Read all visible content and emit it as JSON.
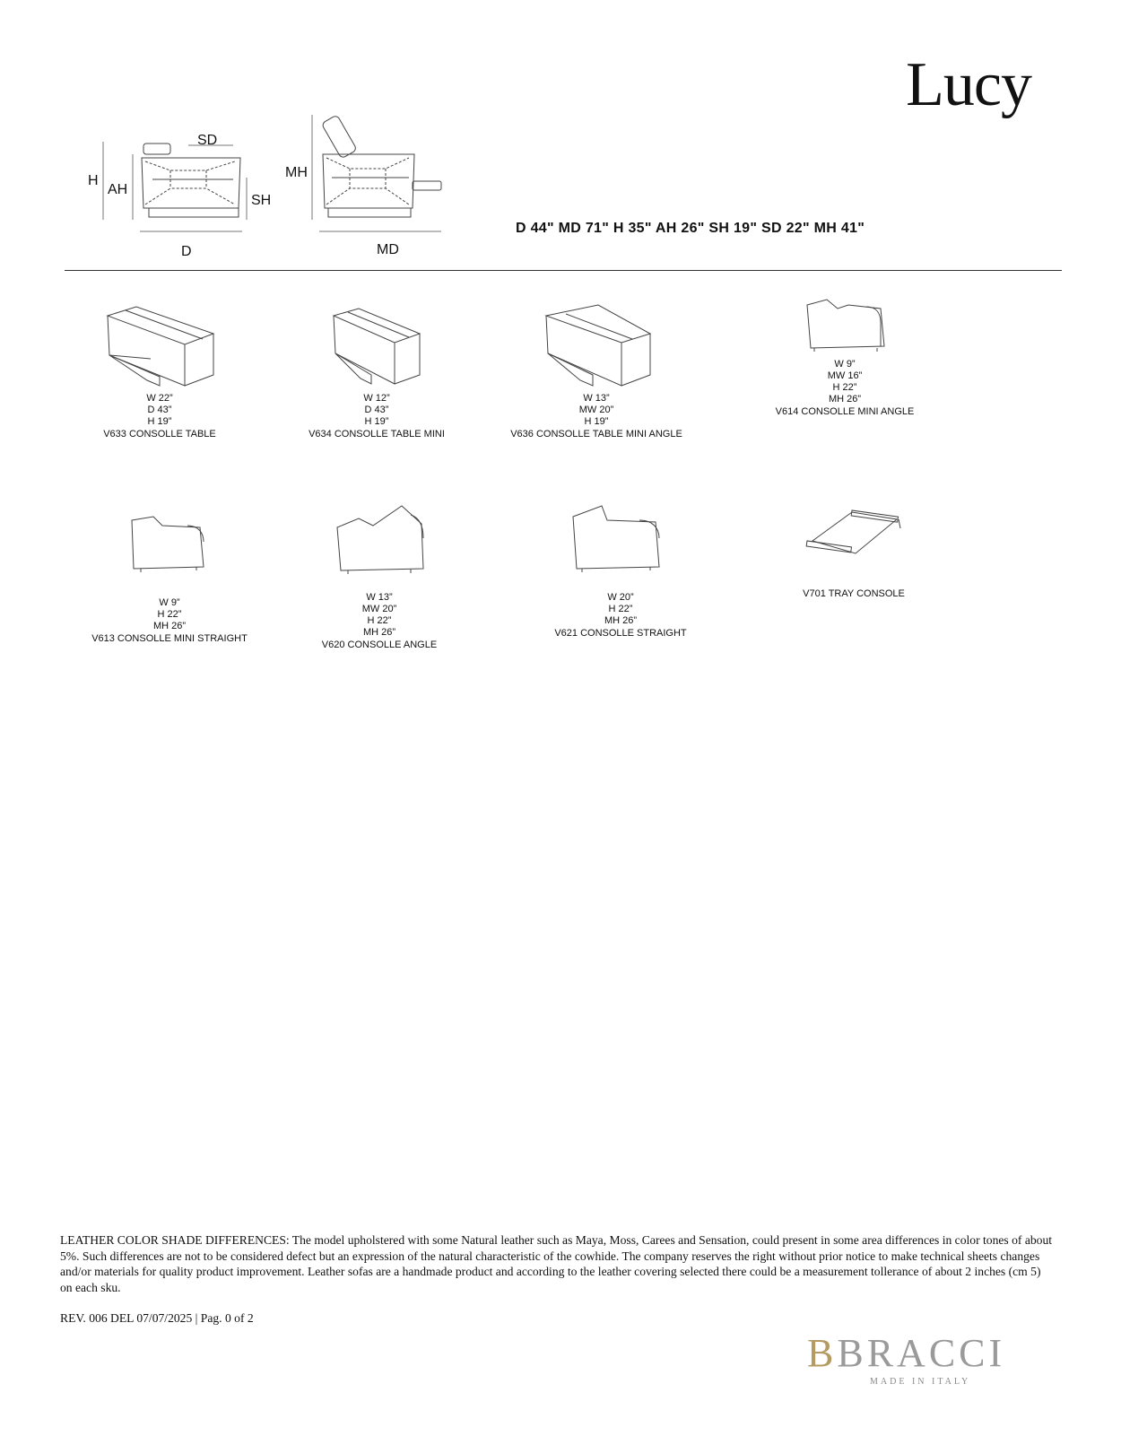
{
  "header": {
    "title": "Lucy"
  },
  "diagram": {
    "labels": {
      "h": "H",
      "ah": "AH",
      "sd": "SD",
      "sh": "SH",
      "d": "D",
      "mh": "MH",
      "md": "MD"
    },
    "summary": "D 44\" MD 71\" H 35\" AH 26\" SH 19\" SD 22\" MH 41\""
  },
  "items": [
    {
      "shape": "console-table",
      "specs": [
        "W 22”",
        "D 43”",
        "H 19”"
      ],
      "name": "V633 CONSOLLE TABLE"
    },
    {
      "shape": "console-table-mini",
      "specs": [
        "W 12”",
        "D 43”",
        "H 19”"
      ],
      "name": "V634 CONSOLLE TABLE MINI"
    },
    {
      "shape": "console-table-mini-angle",
      "specs": [
        "W 13”",
        "MW 20”",
        "H 19”"
      ],
      "name": "V636 CONSOLLE TABLE MINI ANGLE"
    },
    {
      "shape": "console-mini-angle",
      "specs": [
        "W 9”",
        "MW 16”",
        "H 22”",
        "MH 26”"
      ],
      "name": "V614 CONSOLLE  MINI ANGLE"
    },
    {
      "shape": "console-mini-straight",
      "specs": [
        "W 9”",
        "H 22”",
        "MH 26”"
      ],
      "name": "V613 CONSOLLE MINI STRAIGHT"
    },
    {
      "shape": "console-angle",
      "specs": [
        "W 13”",
        "MW 20”",
        "H 22”",
        "MH 26”"
      ],
      "name": "V620 CONSOLLE ANGLE"
    },
    {
      "shape": "console-straight",
      "specs": [
        "W 20”",
        "H 22”",
        "MH 26”"
      ],
      "name": "V621 CONSOLLE STRAIGHT"
    },
    {
      "shape": "tray-console",
      "specs": [],
      "name": "V701 TRAY CONSOLE"
    }
  ],
  "footer": {
    "disclaimer": "LEATHER COLOR SHADE DIFFERENCES: The model upholstered with some Natural leather such as Maya, Moss, Carees and Sensation, could present in some area differences in color tones of about 5%. Such differences are not to be considered defect but an expression of the natural characteristic of the cowhide. The company reserves the right without prior notice to make technical sheets changes and/or materials for quality product improvement. Leather sofas are a handmade product and according to the leather covering selected there could be a measurement tollerance of about 2 inches (cm 5) on each sku.",
    "revision": "REV. 006 DEL 07/07/2025 | Pag. 0 of 2"
  },
  "logo": {
    "brand": "BBRACCI",
    "tagline": "MADE IN ITALY"
  }
}
